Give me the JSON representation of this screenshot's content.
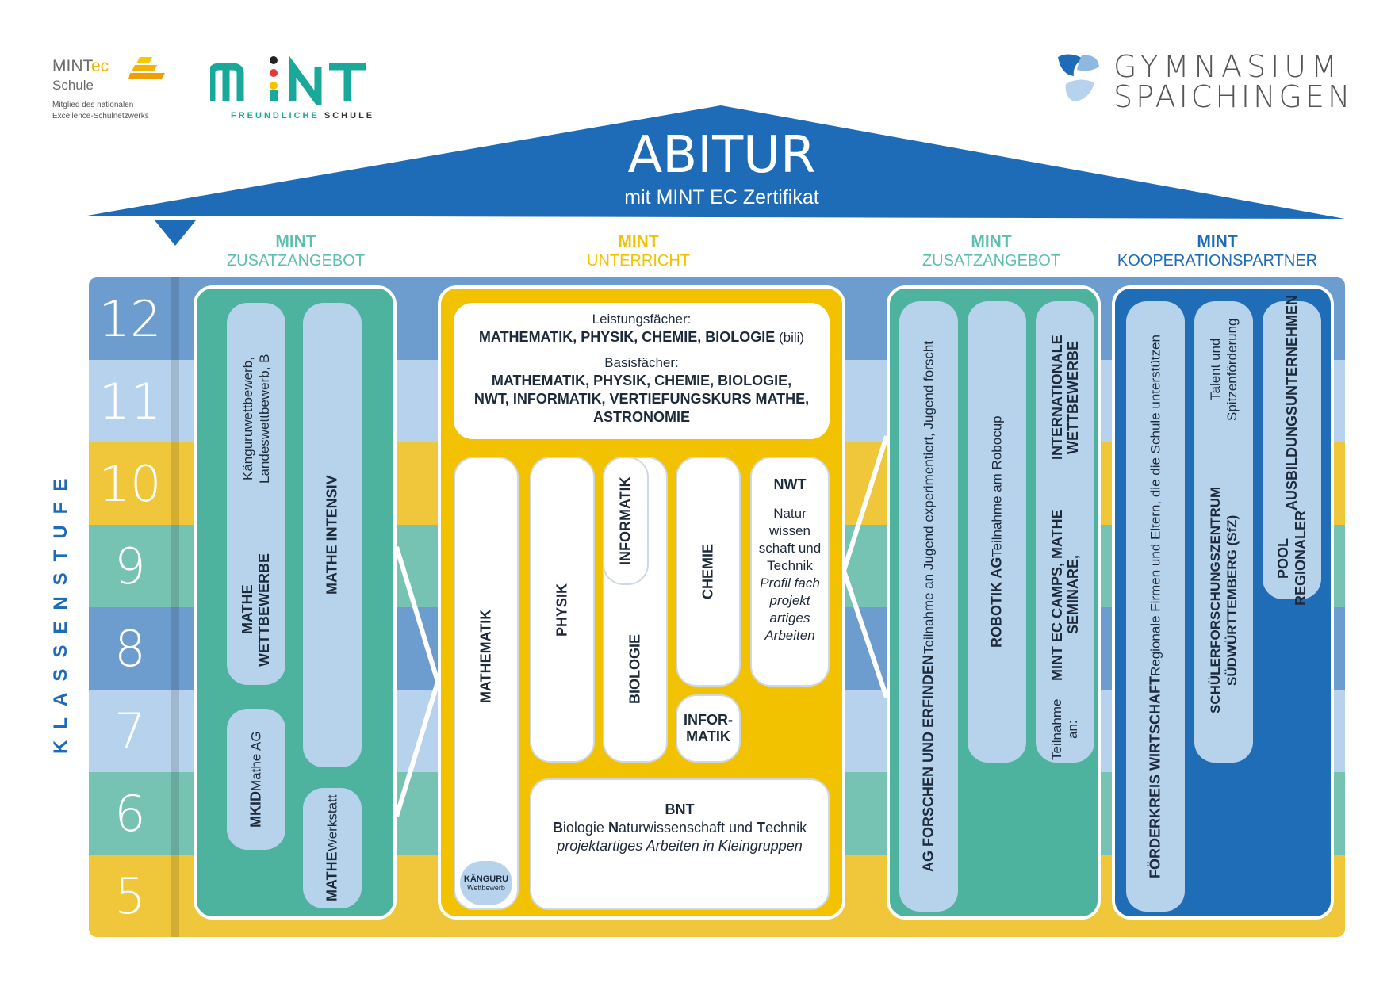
{
  "logos": {
    "mintec": {
      "name": "MINTec",
      "name_plain": "MINT",
      "name_accent": "ec",
      "subtitle": "Schule",
      "tagline": "Mitglied des nationalen Excellence-Schulnetzwerks"
    },
    "mint_friendly": {
      "word": "mint",
      "tagline_1": "FREUNDLICHE",
      "tagline_2": "SCHULE"
    },
    "school": {
      "line1": "GYMNASIUM",
      "line2": "SPAICHINGEN"
    }
  },
  "roof": {
    "title": "ABITUR",
    "subtitle": "mit MINT EC Zertifikat"
  },
  "side_label": "KLASSENSTUFE",
  "grades": [
    "12",
    "11",
    "10",
    "9",
    "8",
    "7",
    "6",
    "5"
  ],
  "columns": [
    {
      "top": "MINT",
      "bottom": "ZUSATZANGEBOT"
    },
    {
      "top": "MINT",
      "bottom": "UNTERRICHT"
    },
    {
      "top": "MINT",
      "bottom": "ZUSATZANGEBOT"
    },
    {
      "top": "MINT",
      "bottom": "KOOPERATIONSPARTNER"
    }
  ],
  "col1": {
    "wettbewerbe_title": "MATHE WETTBEWERBE",
    "wettbewerbe_sub": "Känguruwettbewerb, Landeswettbewerb, B",
    "intensiv": "MATHE INTENSIV",
    "mkid_title": "MKID",
    "mkid_sub": "Mathe AG",
    "werkstatt_title": "MATHE",
    "werkstatt_sub": "Werkstatt"
  },
  "col2": {
    "leistung_label": "Leistungsfächer:",
    "leistung_subjects": "MATHEMATIK, PHYSIK, CHEMIE, BIOLOGIE",
    "leistung_suffix": "(bili)",
    "basis_label": "Basisfächer:",
    "basis_line1": "MATHEMATIK, PHYSIK, CHEMIE, BIOLOGIE,",
    "basis_line2": "NWT, INFORMATIK, VERTIEFUNGSKURS MATHE,",
    "basis_line3": "ASTRONOMIE",
    "mathematik": "MATHEMATIK",
    "kanguru_title": "KÄNGURU",
    "kanguru_sub": "Wettbewerb",
    "physik": "PHYSIK",
    "informatik": "INFORMATIK",
    "biologie": "BIOLOGIE",
    "chemie": "CHEMIE",
    "nwt_title": "NWT",
    "nwt_l1": "Natur",
    "nwt_l2": "wissen",
    "nwt_l3": "schaft und",
    "nwt_l4": "Technik",
    "nwt_l5": "Profil fach",
    "nwt_l6": "projekt",
    "nwt_l7": "artiges",
    "nwt_l8": "Arbeiten",
    "infor1": "INFOR-",
    "infor2": "MATIK",
    "bnt_title": "BNT",
    "bnt_b1": "B",
    "bnt_t1": "iologie ",
    "bnt_b2": "N",
    "bnt_t2": "aturwissenschaft und ",
    "bnt_b3": "T",
    "bnt_t3": "echnik",
    "bnt_note": "projektartiges Arbeiten in Kleingruppen"
  },
  "col3": {
    "ag_title": "AG FORSCHEN UND ERFINDEN",
    "ag_sub": "Teilnahme an Jugend experimentiert, Jugend forscht",
    "robotik_title": "ROBOTIK AG",
    "robotik_sub": "Teilnahme am Robocup",
    "camps_pre": "Teilnahme an:",
    "camps_l1": "MINT EC CAMPS, MATHE SEMINARE,",
    "camps_l2": "INTERNATIONALE WETTBEWERBE"
  },
  "col4": {
    "foerder_title": "FÖRDERKREIS WIRTSCHAFT",
    "foerder_sub": "Regionale Firmen und Eltern, die die Schule unterstützen",
    "sfz_title": "SCHÜLERFORSCHUNGSZENTRUM SÜDWÜRTTEMBERG (SfZ)",
    "sfz_sub": "Talent und Spitzenförderung",
    "pool_l1": "POOL REGIONALER",
    "pool_l2": "AUSBILDUNGSUNTERNEHMEN"
  },
  "colors": {
    "blue_dark": "#1e6bb8",
    "blue_mid": "#6d9ccf",
    "blue_light": "#b6d2ec",
    "yellow": "#f0c73a",
    "green": "#77c3b3",
    "col_green": "#4db39e",
    "col_yellow": "#f2c200",
    "col_blue": "#1f6db7",
    "mint_teal": "#1aa89a"
  }
}
